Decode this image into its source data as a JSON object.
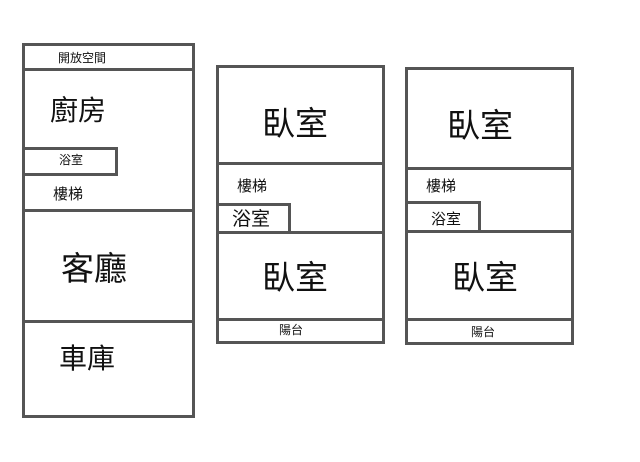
{
  "floor1": {
    "open_space": "開放空間",
    "kitchen": "廚房",
    "bathroom": "浴室",
    "stairs": "樓梯",
    "living_room": "客廳",
    "garage": "車庫"
  },
  "floor2": {
    "bedroom_top": "臥室",
    "stairs": "樓梯",
    "bathroom": "浴室",
    "bedroom_bottom": "臥室",
    "balcony": "陽台"
  },
  "floor3": {
    "bedroom_top": "臥室",
    "stairs": "樓梯",
    "bathroom": "浴室",
    "bedroom_bottom": "臥室",
    "balcony": "陽台"
  },
  "colors": {
    "wall": "#555555",
    "text": "#111111",
    "background": "#ffffff"
  }
}
